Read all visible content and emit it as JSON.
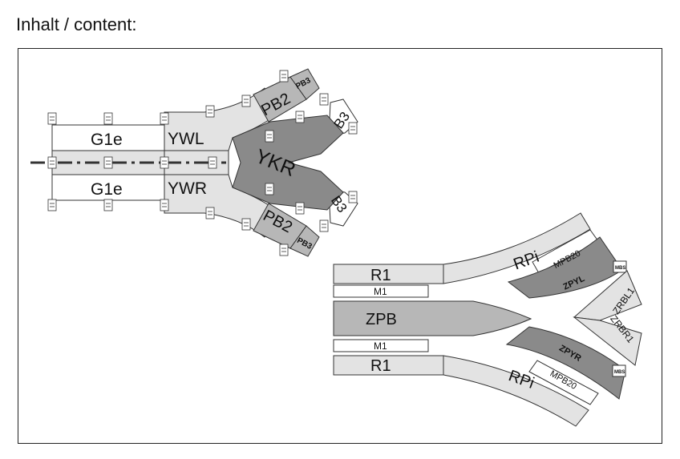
{
  "heading": "Inhalt / content:",
  "left_assembly": {
    "straight_top": "G1e",
    "straight_bottom": "G1e",
    "switch_left": "YWL",
    "switch_right": "YWR",
    "crossing": "YKR",
    "platform_top": "PB2",
    "platform_bottom": "PB2",
    "small_top": "PB3",
    "small_bottom": "PB3",
    "end_top": "B3",
    "end_bottom": "B3"
  },
  "right_assembly": {
    "straight_top": "R1",
    "median_top": "M1",
    "center": "ZPB",
    "median_bottom": "M1",
    "straight_bottom": "R1",
    "curve_top": "RPi",
    "curve_bottom": "RPi",
    "plate_top": "MPB20",
    "plate_bottom": "MPB20",
    "island_top": "ZPYL",
    "island_bottom": "ZPYR",
    "tag_top": "MBS",
    "tag_bottom": "MBS",
    "ramp_top": "ZRBL1",
    "ramp_bottom": "ZRBR1"
  },
  "colors": {
    "light": "#e3e3e3",
    "mid": "#b7b7b7",
    "dark": "#8a8a8a",
    "line": "#333333"
  }
}
